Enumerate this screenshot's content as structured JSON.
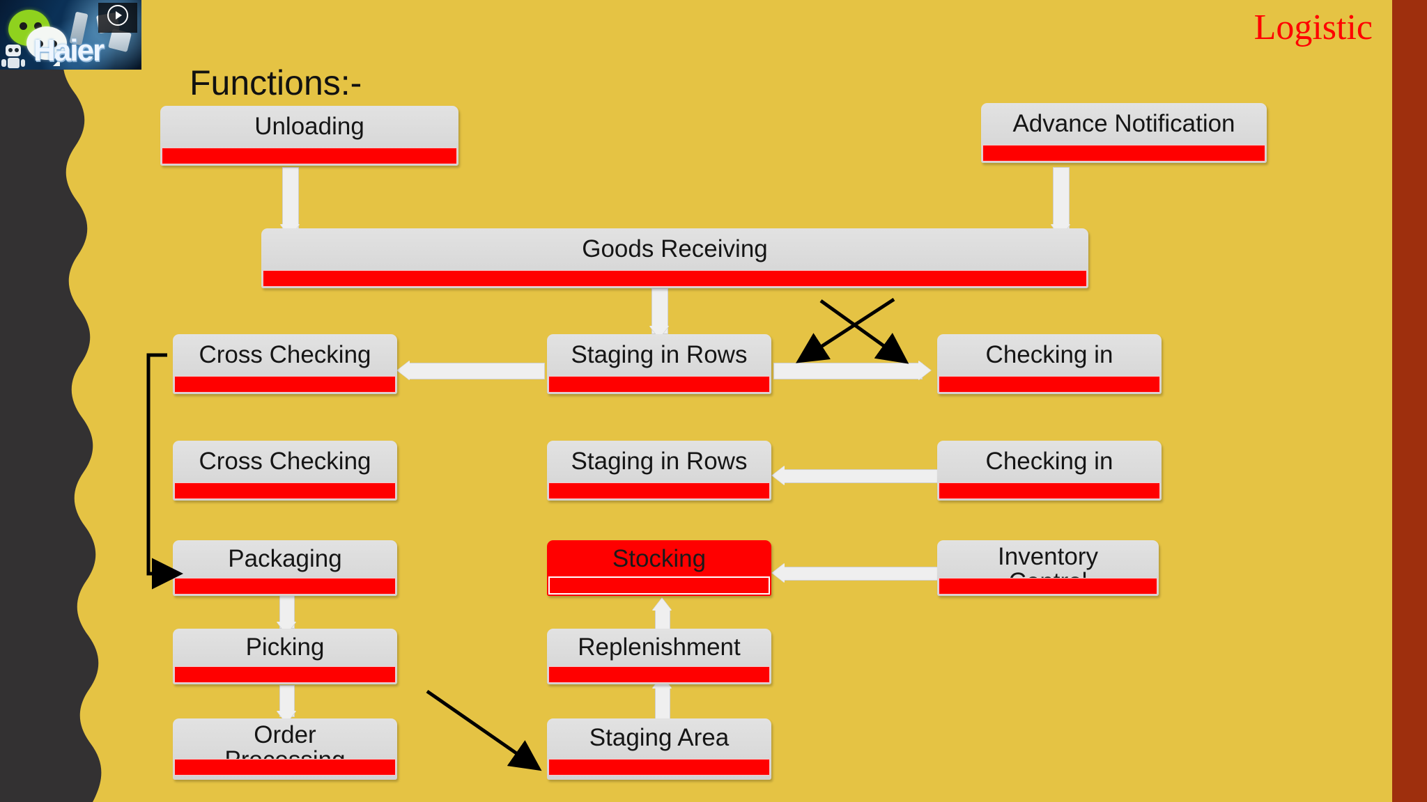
{
  "slide": {
    "title": "Logistic",
    "section_label": "Functions:-",
    "background_color": "#e5c344",
    "sidebar_color": "#333132",
    "accent_brick_color": "#9e2f0d",
    "node_fill_color": "#d9d9d9",
    "node_bar_color": "#ff0000",
    "highlight_color": "#ff0000",
    "title_color": "#ff0000"
  },
  "overlay": {
    "name": "wechat-haier-video-thumbnail",
    "brand_text": "Haier",
    "play_badge": "play-icon"
  },
  "nodes": [
    {
      "id": "unloading",
      "label": "Unloading",
      "highlighted": false
    },
    {
      "id": "advance-notification",
      "label": "Advance Notification",
      "highlighted": false
    },
    {
      "id": "goods-receiving",
      "label": "Goods Receiving",
      "highlighted": false
    },
    {
      "id": "cross-checking-1",
      "label": "Cross Checking",
      "highlighted": false
    },
    {
      "id": "staging-in-rows-1",
      "label": "Staging in Rows",
      "highlighted": false
    },
    {
      "id": "checking-in-1",
      "label": "Checking in",
      "highlighted": false
    },
    {
      "id": "cross-checking-2",
      "label": "Cross Checking",
      "highlighted": false
    },
    {
      "id": "staging-in-rows-2",
      "label": "Staging in Rows",
      "highlighted": false
    },
    {
      "id": "checking-in-2",
      "label": "Checking in",
      "highlighted": false
    },
    {
      "id": "packaging",
      "label": "Packaging",
      "highlighted": false
    },
    {
      "id": "stocking",
      "label": "Stocking",
      "highlighted": true
    },
    {
      "id": "inventory-control",
      "label": "Inventory\nControl",
      "highlighted": false
    },
    {
      "id": "picking",
      "label": "Picking",
      "highlighted": false
    },
    {
      "id": "replenishment",
      "label": "Replenishment",
      "highlighted": false
    },
    {
      "id": "order-processing",
      "label": "Order\nProcessing",
      "highlighted": false
    },
    {
      "id": "staging-area",
      "label": "Staging Area",
      "highlighted": false
    }
  ],
  "connectors": [
    {
      "from": "unloading",
      "to": "goods-receiving",
      "style": "white-arrow",
      "direction": "down"
    },
    {
      "from": "advance-notification",
      "to": "goods-receiving",
      "style": "white-arrow",
      "direction": "down"
    },
    {
      "from": "goods-receiving",
      "to": "staging-in-rows-1",
      "style": "white-arrow",
      "direction": "down"
    },
    {
      "from": "staging-in-rows-1",
      "to": "cross-checking-1",
      "style": "white-arrow",
      "direction": "left"
    },
    {
      "from": "staging-in-rows-1",
      "to": "checking-in-1",
      "style": "white-arrow",
      "direction": "right"
    },
    {
      "from": "checking-in-2",
      "to": "staging-in-rows-2",
      "style": "white-arrow",
      "direction": "left"
    },
    {
      "from": "inventory-control",
      "to": "stocking",
      "style": "white-arrow",
      "direction": "left"
    },
    {
      "from": "packaging",
      "to": "picking",
      "style": "white-arrow",
      "direction": "down"
    },
    {
      "from": "picking",
      "to": "order-processing",
      "style": "white-arrow",
      "direction": "down"
    },
    {
      "from": "replenishment",
      "to": "stocking",
      "style": "white-arrow",
      "direction": "up"
    },
    {
      "from": "staging-area",
      "to": "replenishment",
      "style": "white-arrow",
      "direction": "up"
    },
    {
      "from": "cross-checking-1",
      "to": "packaging",
      "style": "black-elbow",
      "direction": "left-down-right"
    },
    {
      "from": "crossing-a",
      "to": "crossing-b",
      "style": "black-diagonal",
      "direction": "down-right"
    },
    {
      "from": "crossing-c",
      "to": "crossing-d",
      "style": "black-diagonal",
      "direction": "down-left"
    },
    {
      "from": "order-processing-area",
      "to": "staging-area",
      "style": "black-diagonal",
      "direction": "down-right"
    }
  ]
}
